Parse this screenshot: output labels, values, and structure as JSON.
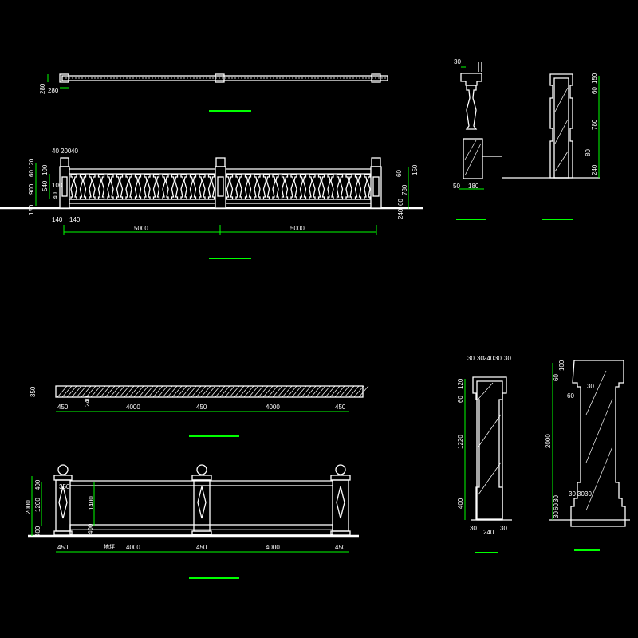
{
  "plan_top": {
    "dims": [
      "280",
      "280"
    ]
  },
  "elev_top": {
    "top_dims": [
      "40",
      "200",
      "40"
    ],
    "left_dims": [
      "60",
      "120",
      "900",
      "540",
      "100",
      "100",
      "40",
      "150"
    ],
    "right_dims": [
      "60",
      "150",
      "780",
      "240",
      "60"
    ],
    "bottom_dims": [
      "140",
      "140",
      "5000",
      "5000"
    ]
  },
  "section_a": {
    "dims": [
      "30",
      "50",
      "180"
    ]
  },
  "section_b": {
    "dims": [
      "60",
      "150",
      "780",
      "80",
      "240"
    ]
  },
  "plan_bottom": {
    "dims": [
      "350",
      "240",
      "450",
      "4000",
      "450",
      "4000",
      "450"
    ]
  },
  "elev_bottom": {
    "left_dims": [
      "400",
      "2000",
      "1200",
      "400"
    ],
    "inner_dims": [
      "350",
      "1400",
      "400"
    ],
    "bottom_dims": [
      "450",
      "4000",
      "450",
      "4000",
      "450"
    ],
    "ground_label": "地坪"
  },
  "section_c": {
    "top_dims": [
      "30",
      "30",
      "240",
      "30",
      "30"
    ],
    "left_dims": [
      "120",
      "60",
      "1220",
      "400"
    ],
    "bottom_dims": [
      "30",
      "240",
      "30"
    ]
  },
  "section_d": {
    "dims": [
      "60",
      "100",
      "60",
      "30",
      "2000",
      "30",
      "30",
      "30",
      "30",
      "60",
      "30"
    ]
  }
}
